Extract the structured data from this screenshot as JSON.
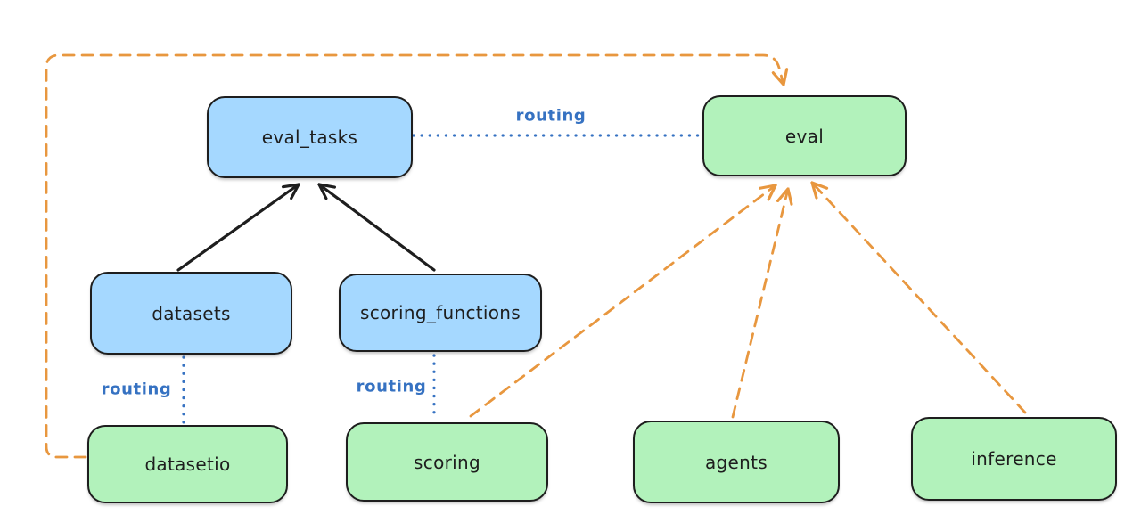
{
  "diagram": {
    "nodes": [
      {
        "id": "eval_tasks",
        "label": "eval_tasks",
        "fill": "blue"
      },
      {
        "id": "eval",
        "label": "eval",
        "fill": "green"
      },
      {
        "id": "datasets",
        "label": "datasets",
        "fill": "blue"
      },
      {
        "id": "scoring_functions",
        "label": "scoring_functions",
        "fill": "blue"
      },
      {
        "id": "datasetio",
        "label": "datasetio",
        "fill": "green"
      },
      {
        "id": "scoring",
        "label": "scoring",
        "fill": "green"
      },
      {
        "id": "agents",
        "label": "agents",
        "fill": "green"
      },
      {
        "id": "inference",
        "label": "inference",
        "fill": "green"
      }
    ],
    "edges": [
      {
        "from": "datasets",
        "to": "eval_tasks",
        "style": "solid",
        "color": "black",
        "arrow": true
      },
      {
        "from": "scoring_functions",
        "to": "eval_tasks",
        "style": "solid",
        "color": "black",
        "arrow": true
      },
      {
        "from": "eval_tasks",
        "to": "eval",
        "style": "dotted",
        "color": "blue",
        "arrow": false,
        "label": "routing"
      },
      {
        "from": "datasets",
        "to": "datasetio",
        "style": "dotted",
        "color": "blue",
        "arrow": false,
        "label": "routing"
      },
      {
        "from": "scoring_functions",
        "to": "scoring",
        "style": "dotted",
        "color": "blue",
        "arrow": false,
        "label": "routing"
      },
      {
        "from": "datasetio",
        "to": "eval",
        "style": "dashed",
        "color": "orange",
        "arrow": true
      },
      {
        "from": "scoring",
        "to": "eval",
        "style": "dashed",
        "color": "orange",
        "arrow": true
      },
      {
        "from": "agents",
        "to": "eval",
        "style": "dashed",
        "color": "orange",
        "arrow": true
      },
      {
        "from": "inference",
        "to": "eval",
        "style": "dashed",
        "color": "orange",
        "arrow": true
      }
    ],
    "colors": {
      "node_blue_fill": "#a5d8ff",
      "node_green_fill": "#b2f2bb",
      "stroke": "#1e1e1e",
      "orange": "#e8973f",
      "blue": "#3672c2",
      "background": "#ffffff"
    }
  }
}
